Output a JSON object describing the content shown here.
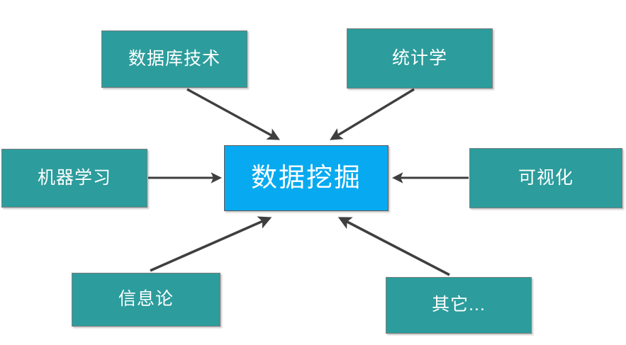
{
  "diagram": {
    "title": "数据挖掘",
    "type": "hub-and-spoke",
    "center": {
      "id": "data-mining",
      "label": "数据挖掘",
      "color": "#07AAF0",
      "text_color": "#FFFFFF"
    },
    "arrow_color": "#3F3F3F",
    "leaf_color": "#2C9C9C",
    "background": "#FFFFFF",
    "nodes": [
      {
        "id": "database-tech",
        "label": "数据库技术",
        "position": "top-left",
        "arrow_direction": "to-center"
      },
      {
        "id": "statistics",
        "label": "统计学",
        "position": "top-right",
        "arrow_direction": "to-center"
      },
      {
        "id": "machine-learning",
        "label": "机器学习",
        "position": "middle-left",
        "arrow_direction": "to-center"
      },
      {
        "id": "visualization",
        "label": "可视化",
        "position": "middle-right",
        "arrow_direction": "to-center"
      },
      {
        "id": "information-theory",
        "label": "信息论",
        "position": "bottom-left",
        "arrow_direction": "to-center"
      },
      {
        "id": "other",
        "label": "其它...",
        "position": "bottom-right",
        "arrow_direction": "to-center"
      }
    ]
  }
}
